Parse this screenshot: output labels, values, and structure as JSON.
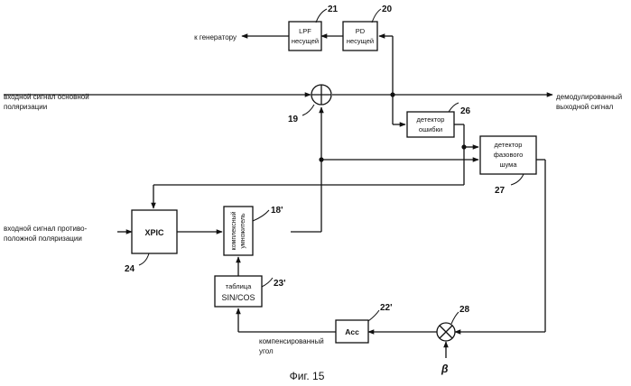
{
  "blocks": {
    "lpf": {
      "line1": "LPF",
      "line2": "несущей",
      "ref": "21"
    },
    "pd": {
      "line1": "PD",
      "line2": "несущей",
      "ref": "20"
    },
    "adder": {
      "ref": "19"
    },
    "error_detector": {
      "line1": "детектор",
      "line2": "ошибки",
      "ref": "26"
    },
    "phase_noise_detector": {
      "line1": "детектор",
      "line2": "фазового",
      "line3": "шума",
      "ref": "27"
    },
    "xpic": {
      "label": "XPIC",
      "ref": "24"
    },
    "complex_multiplier": {
      "line1": "комплексный",
      "line2": "умножитель",
      "ref": "18'"
    },
    "sincos_table": {
      "line1": "таблица",
      "line2": "SIN/COS",
      "ref": "23'"
    },
    "acc": {
      "label": "Acc",
      "ref": "22'"
    },
    "multiplier": {
      "ref": "28"
    }
  },
  "signals": {
    "to_generator": "к генератору",
    "main_input_line1": "входной сигнал основной",
    "main_input_line2": "поляризации",
    "demod_output_line1": "демодулированный",
    "demod_output_line2": "выходной сигнал",
    "cross_input_line1": "входной сигнал противо-",
    "cross_input_line2": "положной поляризации",
    "comp_angle_line1": "компенсированный",
    "comp_angle_line2": "угол",
    "beta": "β"
  },
  "caption": "Фиг. 15"
}
